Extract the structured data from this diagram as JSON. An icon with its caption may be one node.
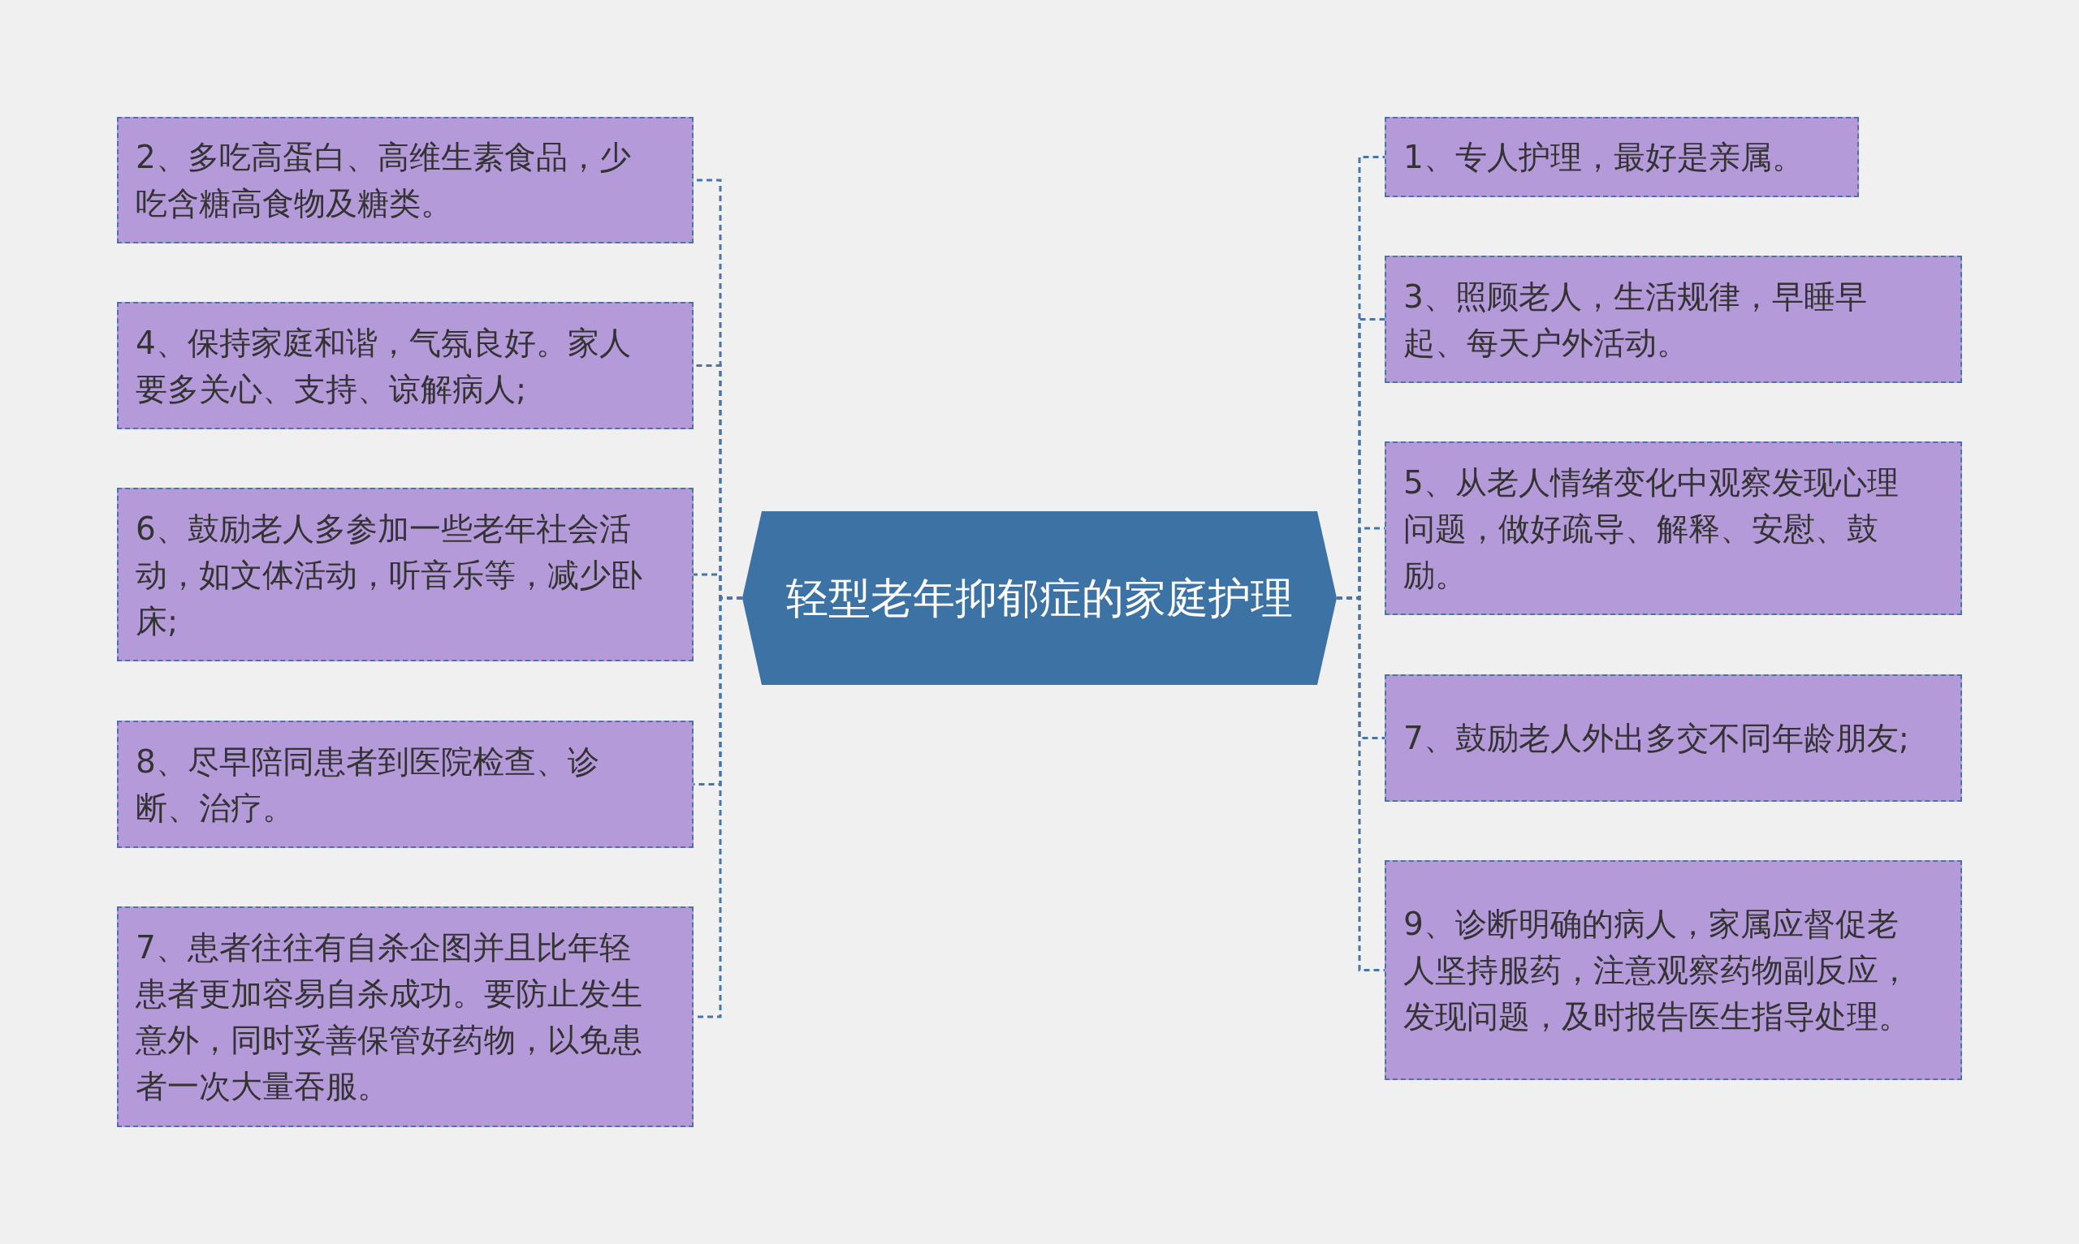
{
  "diagram": {
    "nodes": [
      {
        "text": [
          "轻型老年抑郁症的家庭护理"
        ]
      },
      {
        "text": [
          "2、多吃高蛋白、高维生素食品，少吃含糖高食物及糖类。"
        ]
      },
      {
        "text": [
          "4、保持家庭和谐，气氛良好。家人要多关心、支持、谅解病人;"
        ]
      },
      {
        "text": [
          "6、鼓励老人多参加一些老年社会活动，如文体活动，听音乐等，减少卧床;"
        ]
      },
      {
        "text": [
          "8、尽早陪同患者到医院检查、诊断、治疗。"
        ]
      },
      {
        "text": [
          "7、患者往往有自杀企图并且比年轻患者更加容易自杀成功。要防止发生意外，同时妥善保管好药物，以免患者一次大量吞服。"
        ]
      },
      {
        "text": [
          "1、专人护理，最好是亲属。"
        ]
      },
      {
        "text": [
          "3、照顾老人，生活规律，早睡早起、每天户外活动。"
        ]
      },
      {
        "text": [
          "5、从老人情绪变化中观察发现心理问题，做好疏导、解释、安慰、鼓励。"
        ]
      },
      {
        "text": [
          "7、鼓励老人外出多交不同年龄朋友;"
        ]
      },
      {
        "text": [
          "9、诊断明确的病人，家属应督促老人坚持服药，注意观察药物副反应，发现问题，及时报告医生指导处理。"
        ]
      }
    ],
    "edges": [
      {
        "from": 0,
        "to": 1,
        "arrow": "none",
        "style": "dashed"
      },
      {
        "from": 0,
        "to": 2,
        "arrow": "none",
        "style": "dashed"
      },
      {
        "from": 0,
        "to": 3,
        "arrow": "none",
        "style": "dashed"
      },
      {
        "from": 0,
        "to": 4,
        "arrow": "none",
        "style": "dashed"
      },
      {
        "from": 0,
        "to": 5,
        "arrow": "none",
        "style": "dashed"
      },
      {
        "from": 0,
        "to": 6,
        "arrow": "none",
        "style": "dashed"
      },
      {
        "from": 0,
        "to": 7,
        "arrow": "none",
        "style": "dashed"
      },
      {
        "from": 0,
        "to": 8,
        "arrow": "none",
        "style": "dashed"
      },
      {
        "from": 0,
        "to": 9,
        "arrow": "none",
        "style": "dashed"
      },
      {
        "from": 0,
        "to": 10,
        "arrow": "none",
        "style": "dashed"
      }
    ]
  }
}
